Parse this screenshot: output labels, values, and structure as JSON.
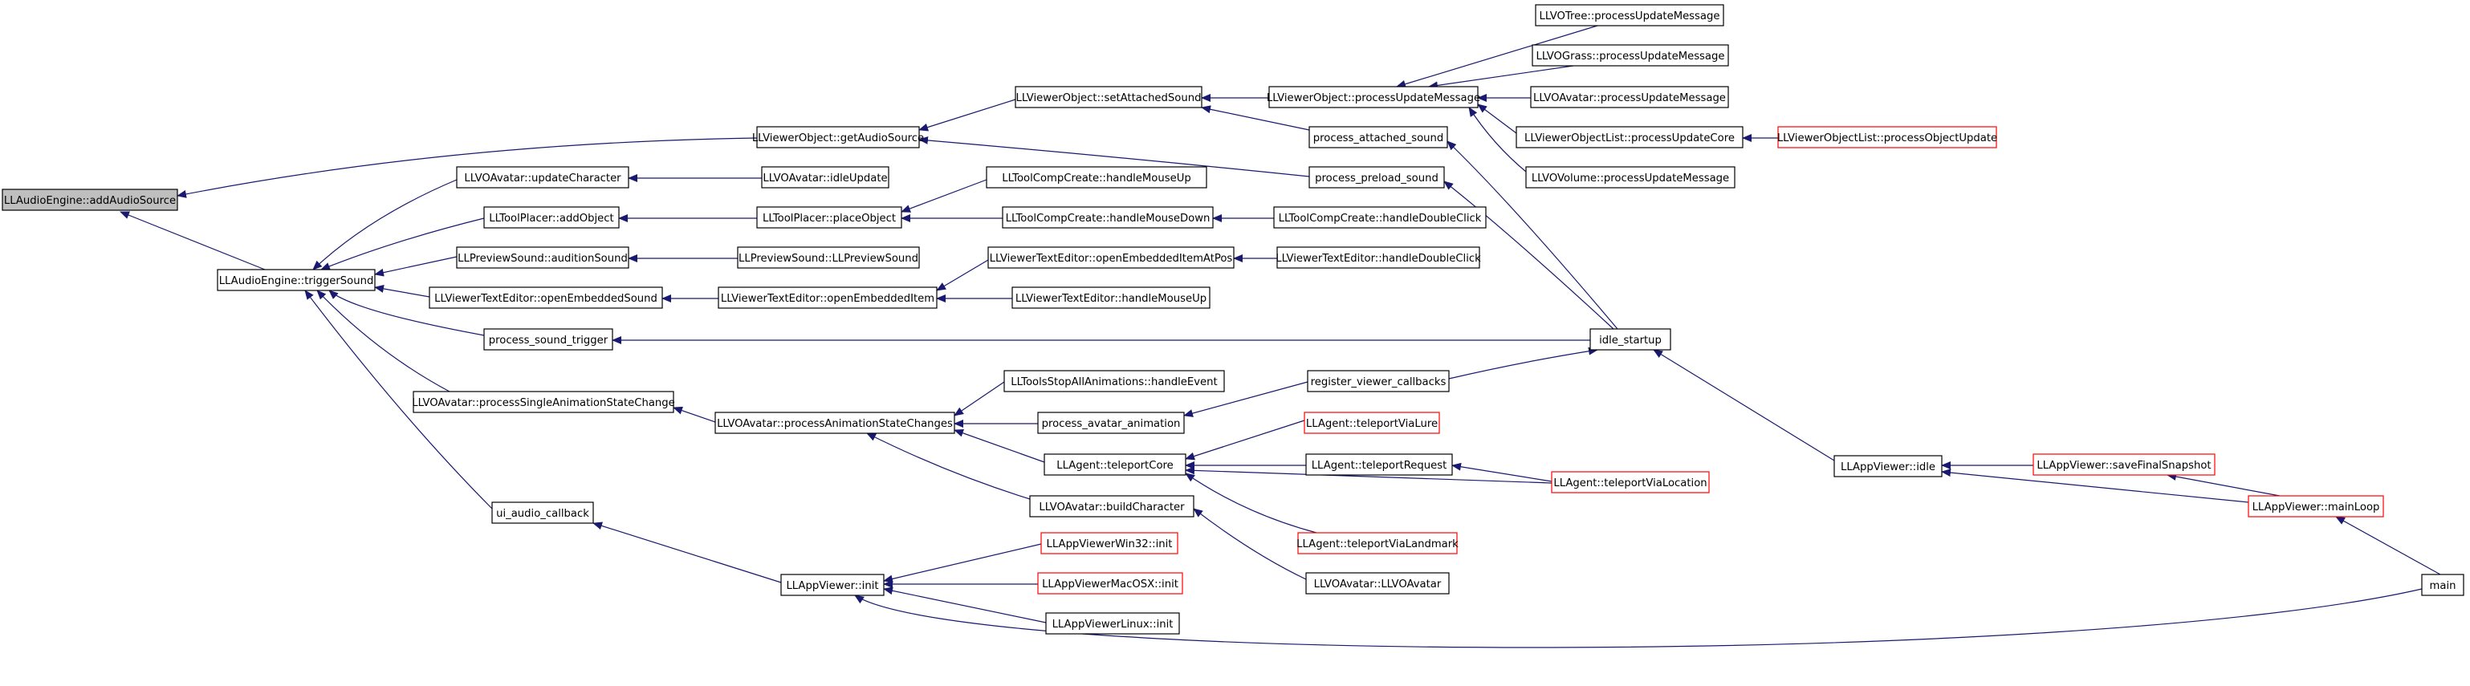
{
  "colors": {
    "edge": "#191970",
    "node_border": "#000000",
    "node_border_truncated": "#ff0000",
    "focus_fill": "#bfbfbf",
    "node_fill": "#ffffff"
  },
  "graph": {
    "nodes": [
      {
        "id": "addAudioSource",
        "label": "LLAudioEngine::addAudioSource",
        "focus": true
      },
      {
        "id": "getAudioSource",
        "label": "LLViewerObject::getAudioSource"
      },
      {
        "id": "triggerSound",
        "label": "LLAudioEngine::triggerSound"
      },
      {
        "id": "setAttachedSound",
        "label": "LLViewerObject::setAttachedSound"
      },
      {
        "id": "processPreloadSound",
        "label": "process_preload_sound"
      },
      {
        "id": "updateCharacter",
        "label": "LLVOAvatar::updateCharacter"
      },
      {
        "id": "addObject",
        "label": "LLToolPlacer::addObject"
      },
      {
        "id": "auditionSound",
        "label": "LLPreviewSound::auditionSound"
      },
      {
        "id": "openEmbeddedSound",
        "label": "LLViewerTextEditor::openEmbeddedSound"
      },
      {
        "id": "processSoundTrigger",
        "label": "process_sound_trigger"
      },
      {
        "id": "processSingleAnim",
        "label": "LLVOAvatar::processSingleAnimationStateChange"
      },
      {
        "id": "uiAudioCallback",
        "label": "ui_audio_callback"
      },
      {
        "id": "vObjProcessUpdate",
        "label": "LLViewerObject::processUpdateMessage"
      },
      {
        "id": "processAttachedSound",
        "label": "process_attached_sound"
      },
      {
        "id": "idleUpdate",
        "label": "LLVOAvatar::idleUpdate"
      },
      {
        "id": "placeObject",
        "label": "LLToolPlacer::placeObject"
      },
      {
        "id": "previewSound",
        "label": "LLPreviewSound::LLPreviewSound"
      },
      {
        "id": "openEmbeddedItem",
        "label": "LLViewerTextEditor::openEmbeddedItem"
      },
      {
        "id": "processAnimChanges",
        "label": "LLVOAvatar::processAnimationStateChanges"
      },
      {
        "id": "appViewerInit",
        "label": "LLAppViewer::init"
      },
      {
        "id": "treeProcess",
        "label": "LLVOTree::processUpdateMessage"
      },
      {
        "id": "grassProcess",
        "label": "LLVOGrass::processUpdateMessage"
      },
      {
        "id": "avatarProcess",
        "label": "LLVOAvatar::processUpdateMessage"
      },
      {
        "id": "objListProcessCore",
        "label": "LLViewerObjectList::processUpdateCore"
      },
      {
        "id": "volumeProcess",
        "label": "LLVOVolume::processUpdateMessage"
      },
      {
        "id": "compMouseUp",
        "label": "LLToolCompCreate::handleMouseUp"
      },
      {
        "id": "compMouseDown",
        "label": "LLToolCompCreate::handleMouseDown"
      },
      {
        "id": "openEmbeddedAtPos",
        "label": "LLViewerTextEditor::openEmbeddedItemAtPos"
      },
      {
        "id": "vteMouseUp",
        "label": "LLViewerTextEditor::handleMouseUp"
      },
      {
        "id": "stopAllAnims",
        "label": "LLToolsStopAllAnimations::handleEvent"
      },
      {
        "id": "processAvatarAnim",
        "label": "process_avatar_animation"
      },
      {
        "id": "teleportCore",
        "label": "LLAgent::teleportCore"
      },
      {
        "id": "buildCharacter",
        "label": "LLVOAvatar::buildCharacter"
      },
      {
        "id": "win32Init",
        "label": "LLAppViewerWin32::init",
        "truncated": true
      },
      {
        "id": "macInit",
        "label": "LLAppViewerMacOSX::init",
        "truncated": true
      },
      {
        "id": "linuxInit",
        "label": "LLAppViewerLinux::init"
      },
      {
        "id": "objListProcessObj",
        "label": "LLViewerObjectList::processObjectUpdate",
        "truncated": true
      },
      {
        "id": "compDoubleClick",
        "label": "LLToolCompCreate::handleDoubleClick"
      },
      {
        "id": "vteDoubleClick",
        "label": "LLViewerTextEditor::handleDoubleClick"
      },
      {
        "id": "registerCallbacks",
        "label": "register_viewer_callbacks"
      },
      {
        "id": "teleportViaLure",
        "label": "LLAgent::teleportViaLure",
        "truncated": true
      },
      {
        "id": "teleportRequest",
        "label": "LLAgent::teleportRequest"
      },
      {
        "id": "teleportViaLandmark",
        "label": "LLAgent::teleportViaLandmark",
        "truncated": true
      },
      {
        "id": "voAvatarCtor",
        "label": "LLVOAvatar::LLVOAvatar"
      },
      {
        "id": "idleStartup",
        "label": "idle_startup"
      },
      {
        "id": "teleportViaLocation",
        "label": "LLAgent::teleportViaLocation",
        "truncated": true
      },
      {
        "id": "appViewerIdle",
        "label": "LLAppViewer::idle"
      },
      {
        "id": "saveFinalSnapshot",
        "label": "LLAppViewer::saveFinalSnapshot",
        "truncated": true
      },
      {
        "id": "mainLoop",
        "label": "LLAppViewer::mainLoop",
        "truncated": true
      },
      {
        "id": "main",
        "label": "main"
      }
    ],
    "edges": [
      {
        "from": "getAudioSource",
        "to": "addAudioSource"
      },
      {
        "from": "triggerSound",
        "to": "addAudioSource"
      },
      {
        "from": "setAttachedSound",
        "to": "getAudioSource"
      },
      {
        "from": "processPreloadSound",
        "to": "getAudioSource"
      },
      {
        "from": "updateCharacter",
        "to": "triggerSound"
      },
      {
        "from": "addObject",
        "to": "triggerSound"
      },
      {
        "from": "auditionSound",
        "to": "triggerSound"
      },
      {
        "from": "openEmbeddedSound",
        "to": "triggerSound"
      },
      {
        "from": "processSoundTrigger",
        "to": "triggerSound"
      },
      {
        "from": "processSingleAnim",
        "to": "triggerSound"
      },
      {
        "from": "uiAudioCallback",
        "to": "triggerSound"
      },
      {
        "from": "vObjProcessUpdate",
        "to": "setAttachedSound"
      },
      {
        "from": "processAttachedSound",
        "to": "setAttachedSound"
      },
      {
        "from": "treeProcess",
        "to": "vObjProcessUpdate"
      },
      {
        "from": "grassProcess",
        "to": "vObjProcessUpdate"
      },
      {
        "from": "avatarProcess",
        "to": "vObjProcessUpdate"
      },
      {
        "from": "objListProcessCore",
        "to": "vObjProcessUpdate"
      },
      {
        "from": "volumeProcess",
        "to": "vObjProcessUpdate"
      },
      {
        "from": "objListProcessObj",
        "to": "objListProcessCore"
      },
      {
        "from": "idleStartup",
        "to": "processAttachedSound"
      },
      {
        "from": "idleStartup",
        "to": "processPreloadSound"
      },
      {
        "from": "idleUpdate",
        "to": "updateCharacter"
      },
      {
        "from": "placeObject",
        "to": "addObject"
      },
      {
        "from": "compMouseUp",
        "to": "placeObject"
      },
      {
        "from": "compMouseDown",
        "to": "placeObject"
      },
      {
        "from": "compDoubleClick",
        "to": "compMouseDown"
      },
      {
        "from": "previewSound",
        "to": "auditionSound"
      },
      {
        "from": "openEmbeddedItem",
        "to": "openEmbeddedSound"
      },
      {
        "from": "openEmbeddedAtPos",
        "to": "openEmbeddedItem"
      },
      {
        "from": "vteMouseUp",
        "to": "openEmbeddedItem"
      },
      {
        "from": "vteDoubleClick",
        "to": "openEmbeddedAtPos"
      },
      {
        "from": "idleStartup",
        "to": "processSoundTrigger"
      },
      {
        "from": "registerCallbacks",
        "to": "idleStartup"
      },
      {
        "from": "appViewerIdle",
        "to": "idleStartup"
      },
      {
        "from": "processAnimChanges",
        "to": "processSingleAnim"
      },
      {
        "from": "stopAllAnims",
        "to": "processAnimChanges"
      },
      {
        "from": "processAvatarAnim",
        "to": "processAnimChanges"
      },
      {
        "from": "teleportCore",
        "to": "processAnimChanges"
      },
      {
        "from": "buildCharacter",
        "to": "processAnimChanges"
      },
      {
        "from": "registerCallbacks",
        "to": "processAvatarAnim"
      },
      {
        "from": "teleportViaLure",
        "to": "teleportCore"
      },
      {
        "from": "teleportRequest",
        "to": "teleportCore"
      },
      {
        "from": "teleportViaLocation",
        "to": "teleportCore"
      },
      {
        "from": "teleportViaLandmark",
        "to": "teleportCore"
      },
      {
        "from": "teleportViaLocation",
        "to": "teleportRequest"
      },
      {
        "from": "voAvatarCtor",
        "to": "buildCharacter"
      },
      {
        "from": "appViewerInit",
        "to": "uiAudioCallback"
      },
      {
        "from": "win32Init",
        "to": "appViewerInit"
      },
      {
        "from": "macInit",
        "to": "appViewerInit"
      },
      {
        "from": "linuxInit",
        "to": "appViewerInit"
      },
      {
        "from": "main",
        "to": "appViewerInit"
      },
      {
        "from": "saveFinalSnapshot",
        "to": "appViewerIdle"
      },
      {
        "from": "mainLoop",
        "to": "appViewerIdle"
      },
      {
        "from": "mainLoop",
        "to": "saveFinalSnapshot"
      },
      {
        "from": "main",
        "to": "mainLoop"
      }
    ]
  }
}
